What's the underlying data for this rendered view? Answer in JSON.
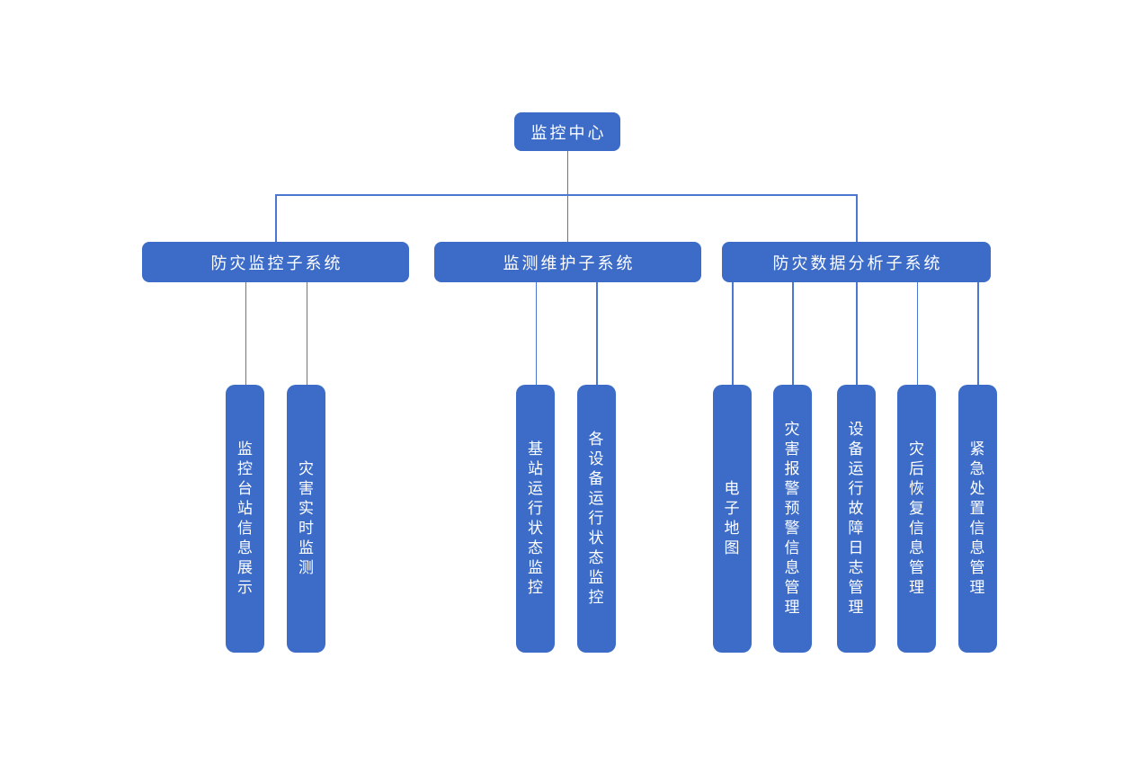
{
  "diagram": {
    "type": "org-structure-flowchart",
    "background_color": "#ffffff",
    "node_fill_color": "#3c6cc8",
    "node_text_color": "#ffffff",
    "connector_color": "#4c77d0",
    "root": {
      "label": "监控中心"
    },
    "subsystems": [
      {
        "label": "防灾监控子系统",
        "children": [
          {
            "label": "监控台站信息展示"
          },
          {
            "label": "灾害实时监测"
          }
        ]
      },
      {
        "label": "监测维护子系统",
        "children": [
          {
            "label": "基站运行状态监控"
          },
          {
            "label": "各设备运行状态监控"
          }
        ]
      },
      {
        "label": "防灾数据分析子系统",
        "children": [
          {
            "label": "电子地图"
          },
          {
            "label": "灾害报警预警信息管理"
          },
          {
            "label": "设备运行故障日志管理"
          },
          {
            "label": "灾后恢复信息管理"
          },
          {
            "label": "紧急处置信息管理"
          }
        ]
      }
    ]
  }
}
